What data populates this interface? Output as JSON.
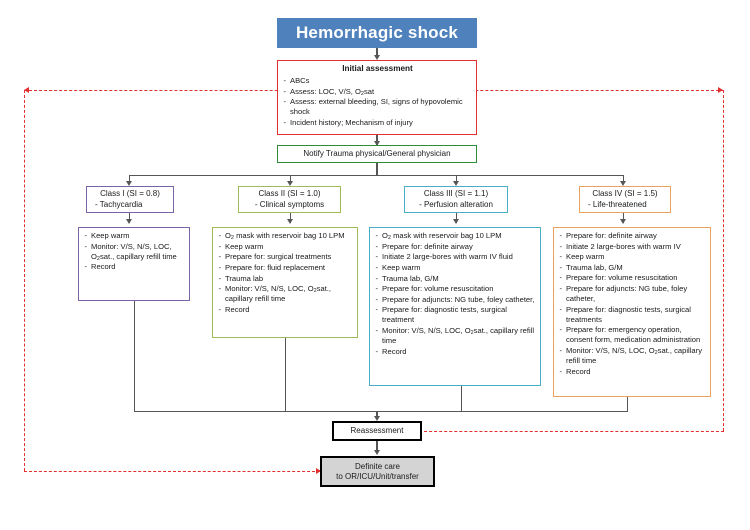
{
  "title": "Hemorrhagic shock",
  "initial_assessment": {
    "header": "Initial assessment",
    "items": [
      "ABCs",
      "Assess: LOC, V/S, O₂sat",
      "Assess: external bleeding, SI, signs of hypovolemic shock",
      "Incident history; Mechanism of injury"
    ]
  },
  "notify": {
    "label": "Notify Trauma physical/General physician"
  },
  "classes": [
    {
      "id": "class-1",
      "title": "Class I (SI = 0.8)",
      "subtitle": "- Tachycardia",
      "color": "#7a64a8",
      "actions": [
        "Keep warm",
        "Monitor: V/S, N/S, LOC, O₂sat., capillary refill time",
        "Record"
      ]
    },
    {
      "id": "class-2",
      "title": "Class II (SI = 1.0)",
      "subtitle": "-  Clinical symptoms",
      "color": "#9fbb59",
      "actions": [
        "O₂ mask with reservoir bag 10 LPM",
        "Keep warm",
        "Prepare for: surgical treatments",
        "Prepare for: fluid replacement",
        "Trauma lab",
        "Monitor: V/S, N/S, LOC, O₂sat., capillary refill time",
        "Record"
      ]
    },
    {
      "id": "class-3",
      "title": "Class III (SI = 1.1)",
      "subtitle": "-  Perfusion alteration",
      "color": "#4bacc6",
      "actions": [
        "O₂ mask with reservoir bag 10 LPM",
        "Prepare for: definite airway",
        "Initiate 2 large-bores with warm IV fluid",
        "Keep warm",
        "Trauma lab, G/M",
        "Prepare for: volume resuscitation",
        "Prepare for adjuncts: NG tube, foley catheter,",
        "Prepare for: diagnostic tests, surgical treatment",
        "Monitor: V/S, N/S, LOC, O₂sat., capillary refill time",
        "Record"
      ]
    },
    {
      "id": "class-4",
      "title": "Class IV (SI = 1.5)",
      "subtitle": "- Life-threatened",
      "color": "#e8a360",
      "actions": [
        "Prepare for: definite airway",
        "Initiate 2 large-bores with warm IV",
        "Keep warm",
        "Trauma lab, G/M",
        "Prepare for: volume resuscitation",
        "Prepare for adjuncts: NG tube, foley catheter,",
        "Prepare for: diagnostic tests, surgical treatments",
        "Prepare for: emergency operation, consent form, medication administration",
        "Monitor: V/S, N/S, LOC, O₂sat., capillary refill  time",
        "Record"
      ]
    }
  ],
  "reassessment": {
    "label": "Reassessment"
  },
  "definite_care": {
    "line1": "Definite care",
    "line2": "to OR/ICU/Unit/transfer"
  },
  "colors": {
    "title_bg": "#4f81bd",
    "initial_border": "#e03030",
    "notify_border": "#2e8b3a",
    "loop": "#e03030",
    "connector": "#555555",
    "definite_fill": "#d4d4d4"
  }
}
